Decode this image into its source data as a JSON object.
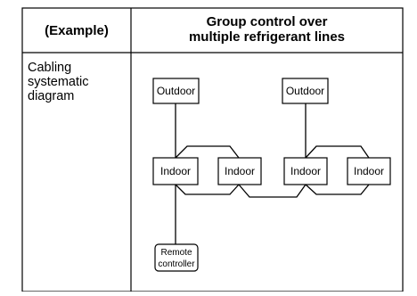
{
  "table": {
    "header_left": "(Example)",
    "header_right_line1": "Group control over",
    "header_right_line2": "multiple refrigerant lines",
    "row_label_line1": "Cabling",
    "row_label_line2": "systematic",
    "row_label_line3": "diagram"
  },
  "diagram": {
    "outdoor_left": "Outdoor",
    "outdoor_right": "Outdoor",
    "indoor_1": "Indoor",
    "indoor_2": "Indoor",
    "indoor_3": "Indoor",
    "indoor_4": "Indoor",
    "remote_line1": "Remote",
    "remote_line2": "controller"
  }
}
